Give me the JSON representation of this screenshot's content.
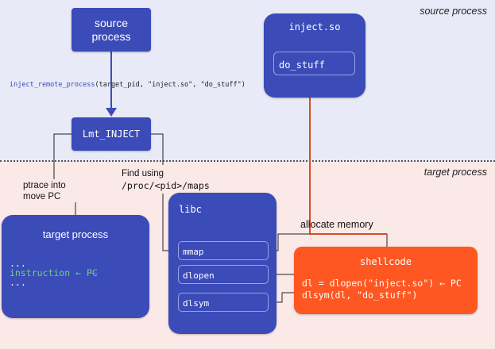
{
  "regions": {
    "source_label": "source process",
    "target_label": "target process"
  },
  "source_box": {
    "label": "source\nprocess"
  },
  "inject_so": {
    "title": "inject.so",
    "symbol": "do_stuff"
  },
  "call": {
    "fn": "inject_remote_process",
    "args": "(target_pid, \"inject.so\", \"do_stuff\")"
  },
  "lmt": {
    "label": "Lmt_INJECT"
  },
  "annotations": {
    "ptrace": "ptrace into\nmove PC",
    "find_using": "Find using",
    "maps_path": "/proc/<pid>/maps",
    "allocate": "allocate memory"
  },
  "target_process": {
    "title": "target process",
    "line1": "...",
    "instruction": "instruction",
    "arrow": "←",
    "pc": "PC",
    "line3": "..."
  },
  "libc": {
    "title": "libc",
    "functions": [
      "mmap",
      "dlopen",
      "dlsym"
    ]
  },
  "shellcode": {
    "title": "shellcode",
    "line1": "dl = dlopen(\"inject.so\") ← PC",
    "line2": "dlsym(dl, \"do_stuff\")"
  },
  "colors": {
    "box_blue": "#3b4bb7",
    "shellcode_orange": "#fe5722",
    "source_bg": "#e8eaf7",
    "target_bg": "#fbe9e8",
    "inject_wire": "#d84a26"
  }
}
